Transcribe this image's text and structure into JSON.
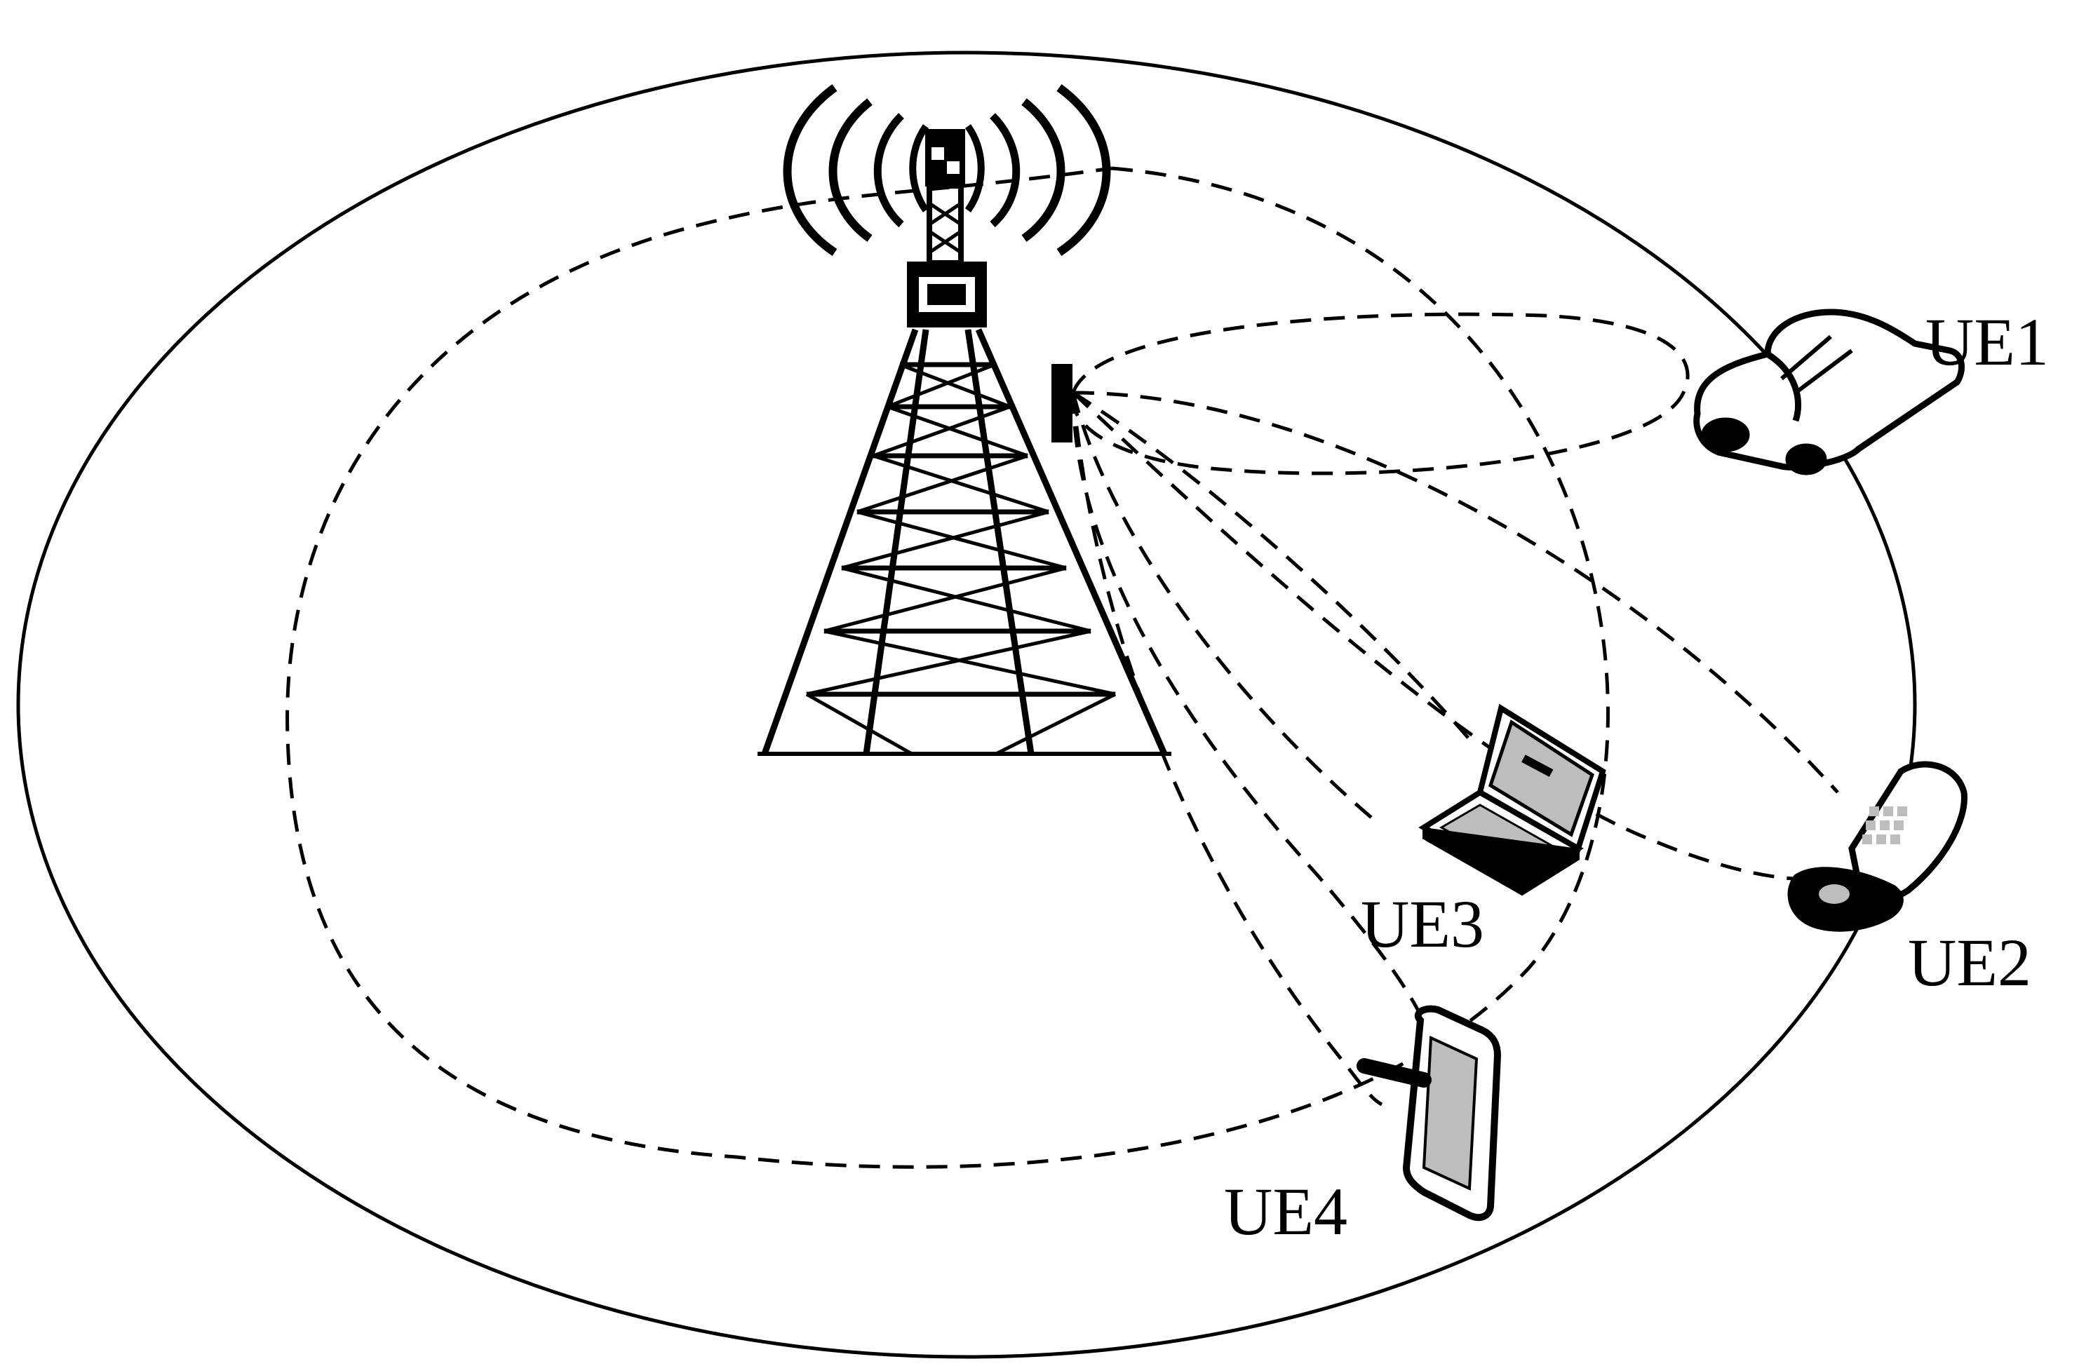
{
  "colors": {
    "ink": "#000000",
    "screen": "#bdbdbd",
    "background": "#ffffff"
  },
  "labels": {
    "ue1": "UE1",
    "ue2": "UE2",
    "ue3": "UE3",
    "ue4": "UE4"
  },
  "icons": {
    "base_station": "cell-tower-icon",
    "ue1": "car-icon",
    "ue2": "flip-phone-icon",
    "ue3": "laptop-icon",
    "ue4": "smartphone-icon"
  }
}
